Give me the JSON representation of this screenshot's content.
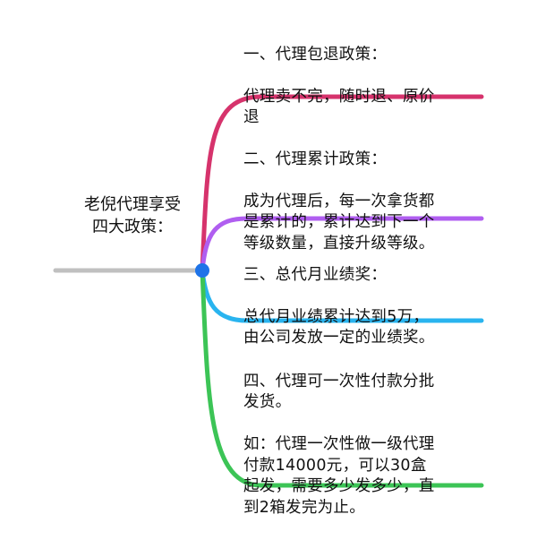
{
  "root": {
    "label": "老倪代理享受\n四大政策："
  },
  "branches": [
    {
      "title": "一、代理包退政策：",
      "body": "代理卖不完，随时退、原价\n退",
      "color": "#d6336c"
    },
    {
      "title": "二、代理累计政策：",
      "body": "成为代理后，每一次拿货都\n是累计的，累计达到下一个\n等级数量，直接升级等级。",
      "color": "#b05ef0"
    },
    {
      "title": "三、总代月业绩奖：",
      "body": "总代月业绩累计达到5万，\n由公司发放一定的业绩奖。",
      "color": "#29b4ef"
    },
    {
      "title": "四、代理可一次性付款分批\n发货。",
      "body": "如：代理一次性做一级代理\n付款14000元，可以30盒\n起发，需要多少发多少，直\n到2箱发完为止。",
      "color": "#3cc456"
    }
  ],
  "colors": {
    "root_line": "#c0c0c0",
    "center_node": "#1e73e8"
  }
}
